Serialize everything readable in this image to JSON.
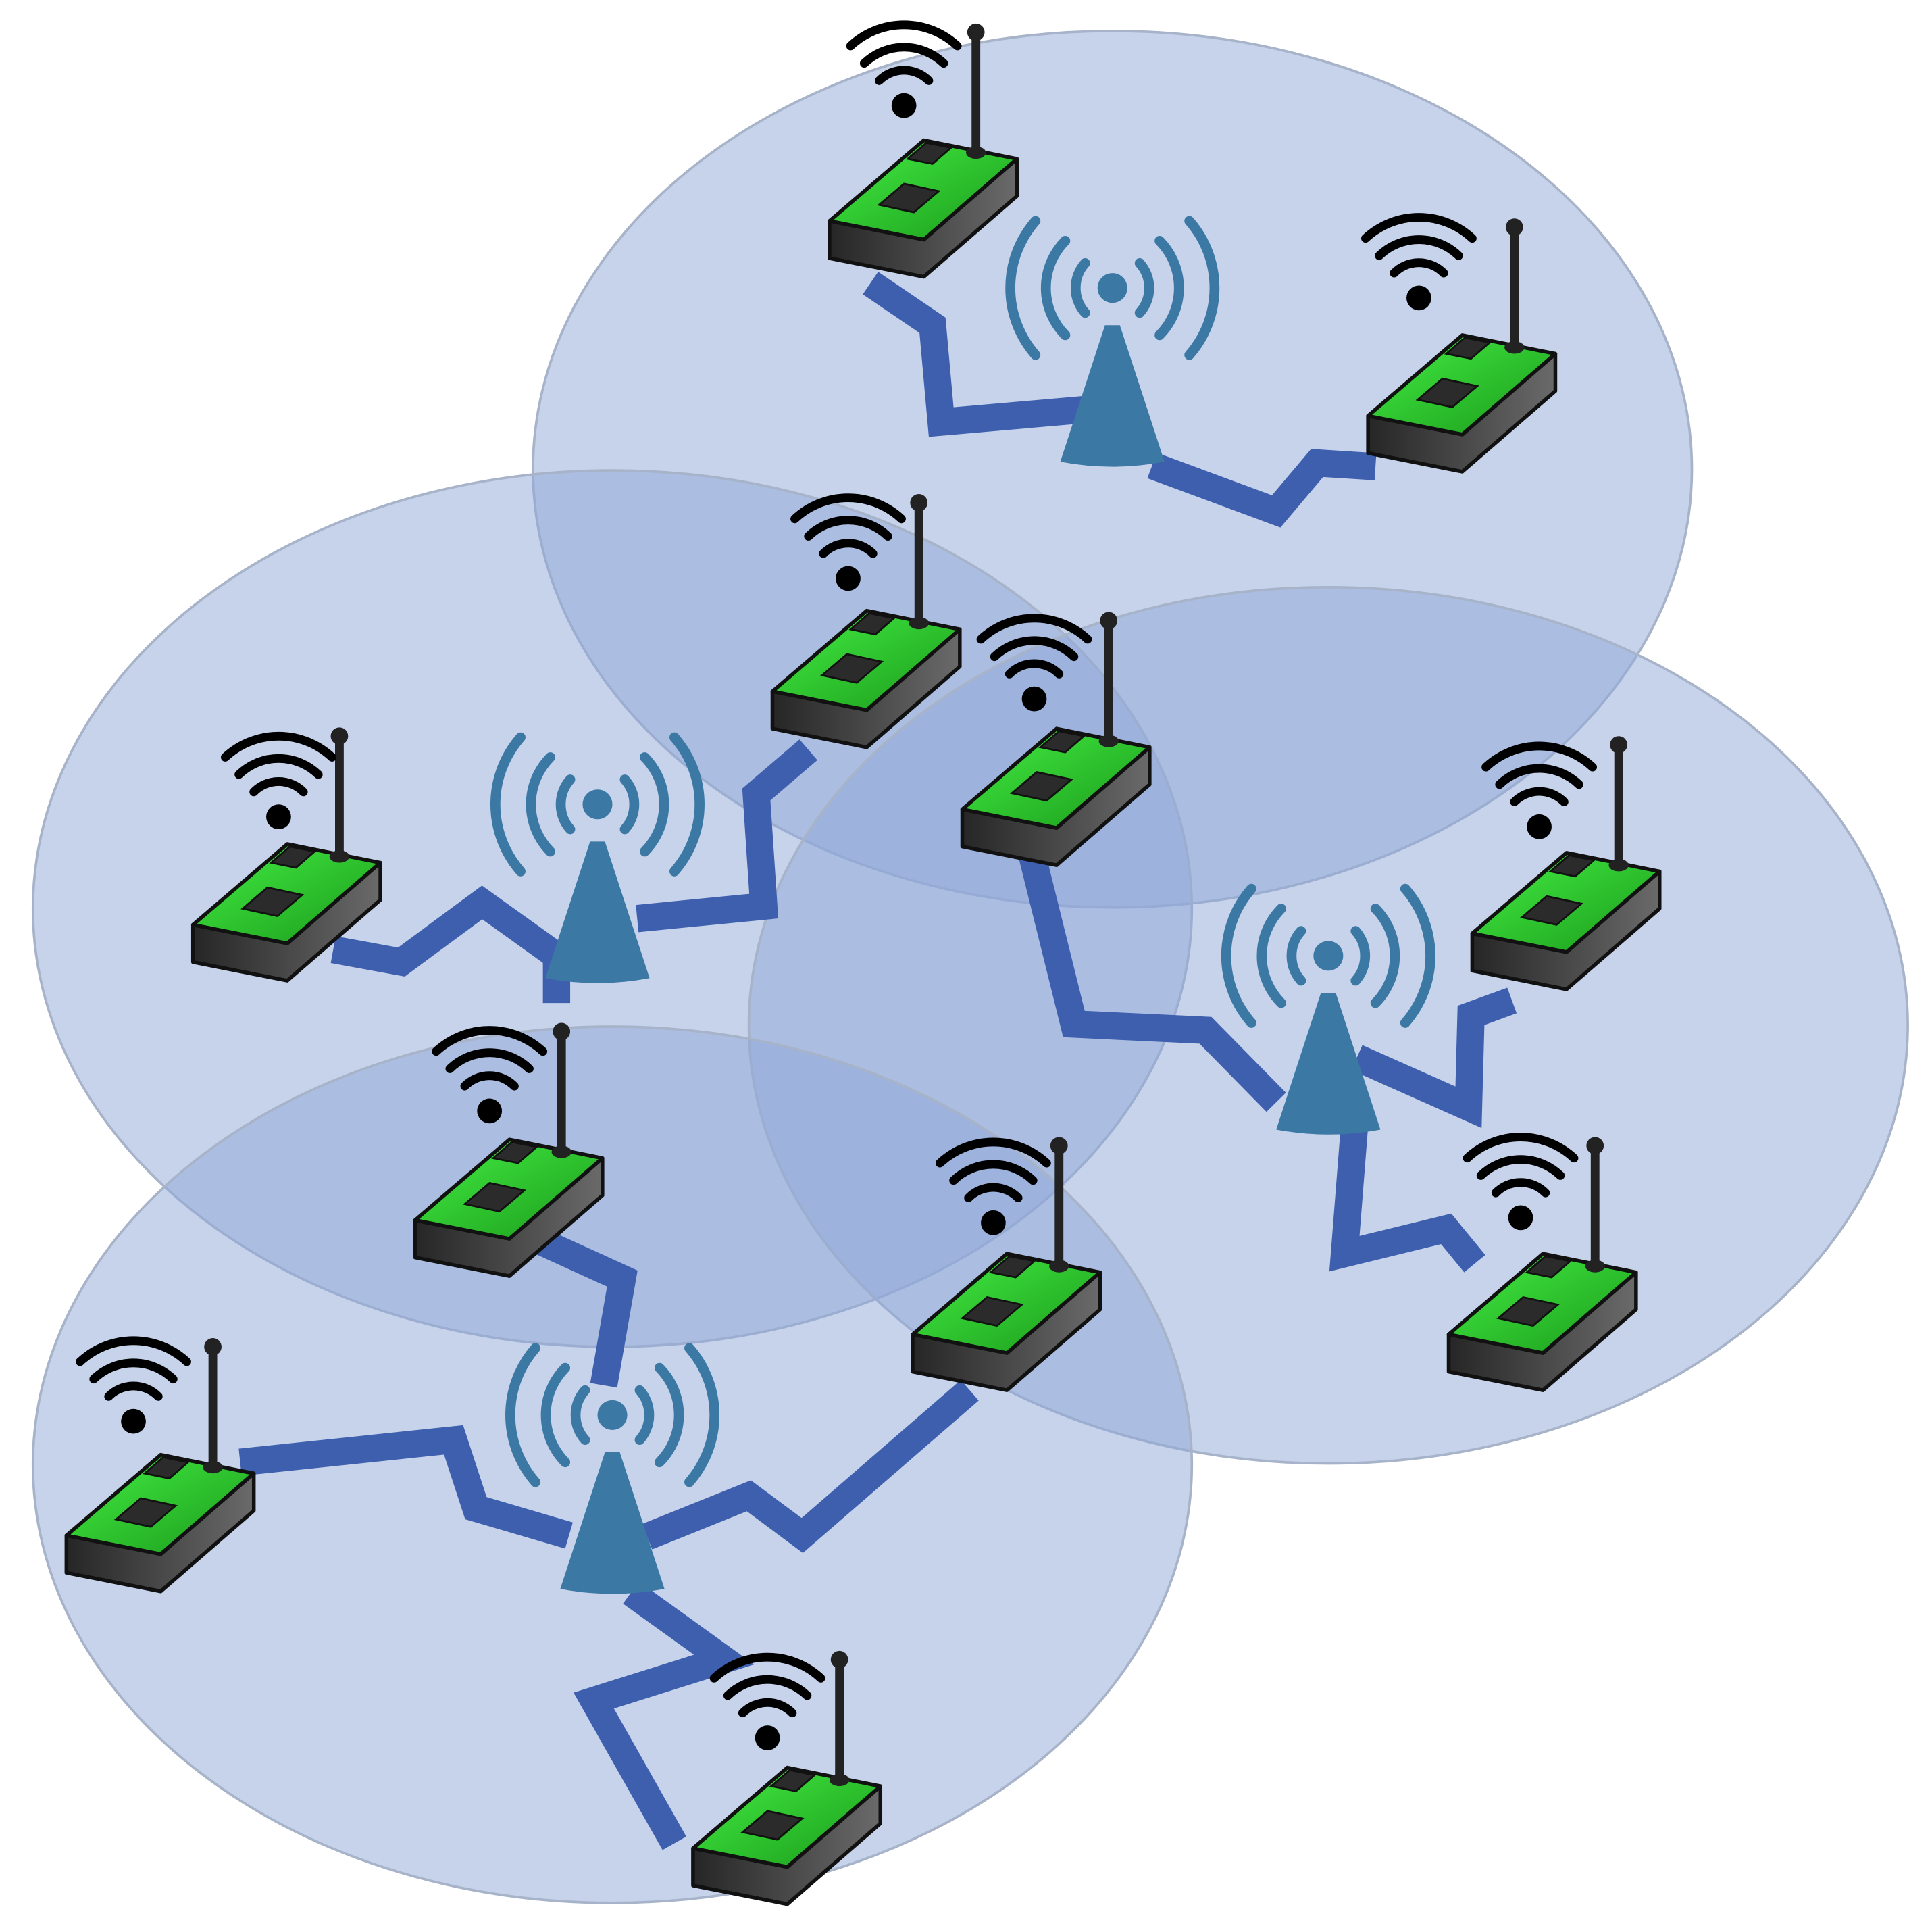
{
  "diagram": {
    "type": "wireless-sensor-network",
    "description_visible_text": "",
    "colors": {
      "background": "#ffffff",
      "coverage_fill": "#8fa8d8",
      "coverage_stroke": "#a7b3c8",
      "link": "#3d5fae",
      "base_station": "#3b78a4",
      "node_board": "#22b422",
      "node_board_light": "#33e033",
      "node_chip": "#2a2a2a",
      "node_base": "#3c3c3c",
      "wifi_icon": "#000000"
    },
    "clusters": [
      {
        "id": "cluster-top",
        "node_count": 2
      },
      {
        "id": "cluster-middle-left",
        "node_count": 2
      },
      {
        "id": "cluster-middle-right",
        "node_count": 3
      },
      {
        "id": "cluster-bottom-left",
        "node_count": 4
      }
    ]
  }
}
